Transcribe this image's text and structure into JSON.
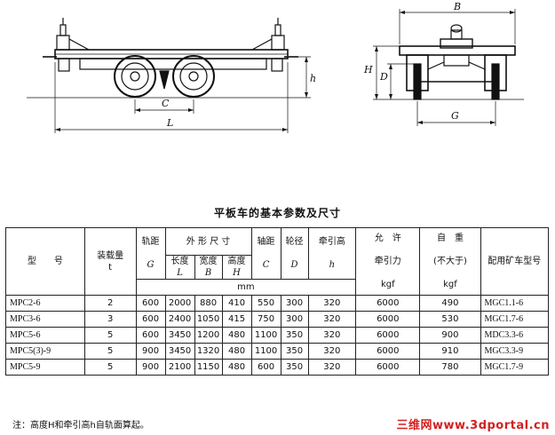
{
  "drawing": {
    "side_labels": [
      "C",
      "L",
      "h"
    ],
    "end_labels": [
      "B",
      "H",
      "D",
      "G"
    ]
  },
  "table": {
    "title": "平板车的基本参数及尺寸",
    "headers": {
      "model": "型　　号",
      "load": "装载量",
      "load_unit": "t",
      "gauge": "轨距",
      "gauge_sym": "G",
      "dims_group": "外 形 尺 寸",
      "length": "长度",
      "length_sym": "L",
      "width": "宽度",
      "width_sym": "B",
      "height": "高度",
      "height_sym": "H",
      "wheelbase": "轴距",
      "wheelbase_sym": "C",
      "wheel_dia": "轮径",
      "wheel_dia_sym": "D",
      "hitch_height": "牵引高",
      "hitch_height_sym": "h",
      "traction": "允　许\n\n牵引力\n\nkgf",
      "weight": "自　重\n\n(不大于)\n\nkgf",
      "mine_car": "配用矿车型号",
      "unit_mm": "mm"
    },
    "rows": [
      {
        "model": "MPC2-6",
        "load": "2",
        "gauge": "600",
        "length": "2000",
        "width": "880",
        "height": "410",
        "wheelbase": "550",
        "wheel": "300",
        "hitch": "320",
        "traction": "6000",
        "weight": "490",
        "mine": "MGC1.1-6"
      },
      {
        "model": "MPC3-6",
        "load": "3",
        "gauge": "600",
        "length": "2400",
        "width": "1050",
        "height": "415",
        "wheelbase": "750",
        "wheel": "300",
        "hitch": "320",
        "traction": "6000",
        "weight": "530",
        "mine": "MGC1.7-6"
      },
      {
        "model": "MPC5-6",
        "load": "5",
        "gauge": "600",
        "length": "3450",
        "width": "1200",
        "height": "480",
        "wheelbase": "1100",
        "wheel": "350",
        "hitch": "320",
        "traction": "6000",
        "weight": "900",
        "mine": "MDC3.3-6"
      },
      {
        "model": "MPC5(3)-9",
        "load": "5",
        "gauge": "900",
        "length": "3450",
        "width": "1320",
        "height": "480",
        "wheelbase": "1100",
        "wheel": "350",
        "hitch": "320",
        "traction": "6000",
        "weight": "910",
        "mine": "MGC3.3-9"
      },
      {
        "model": "MPC5-9",
        "load": "5",
        "gauge": "900",
        "length": "2100",
        "width": "1150",
        "height": "480",
        "wheelbase": "600",
        "wheel": "350",
        "hitch": "320",
        "traction": "6000",
        "weight": "780",
        "mine": "MGC1.7-9"
      }
    ]
  },
  "note": "注：高度H和牵引高h自轨面算起。",
  "watermark": "三维网www.3dportal.cn"
}
